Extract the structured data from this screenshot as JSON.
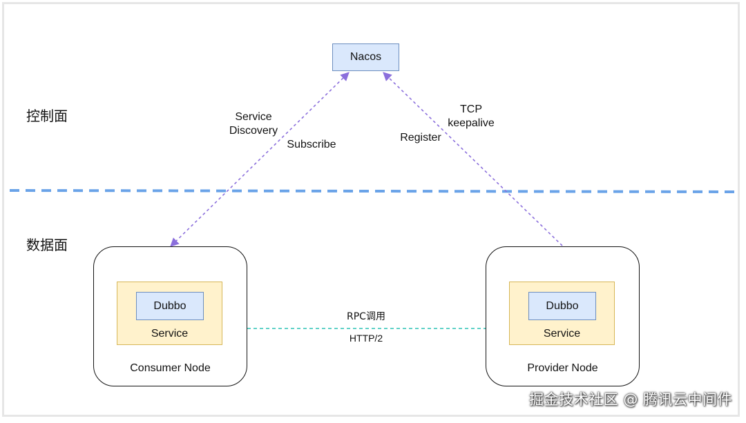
{
  "sections": {
    "control_plane": "控制面",
    "data_plane": "数据面"
  },
  "nacos": {
    "label": "Nacos"
  },
  "consumer": {
    "node_label": "Consumer Node",
    "service_label": "Service",
    "dubbo_label": "Dubbo"
  },
  "provider": {
    "node_label": "Provider Node",
    "service_label": "Service",
    "dubbo_label": "Dubbo"
  },
  "edges": {
    "discovery_line1": "Service",
    "discovery_line2": "Discovery",
    "subscribe": "Subscribe",
    "register": "Register",
    "tcp_line1": "TCP",
    "tcp_line2": "keepalive",
    "rpc": "RPC调用",
    "http": "HTTP/2"
  },
  "watermark": "掘金技术社区 @ 腾讯云中间件",
  "colors": {
    "plane_divider": "#6aa3e8",
    "control_arrow": "#8b6fdc",
    "rpc_arrow": "#2ec4b6",
    "service_fill": "#fff2cc",
    "dubbo_fill": "#dae8fc"
  }
}
